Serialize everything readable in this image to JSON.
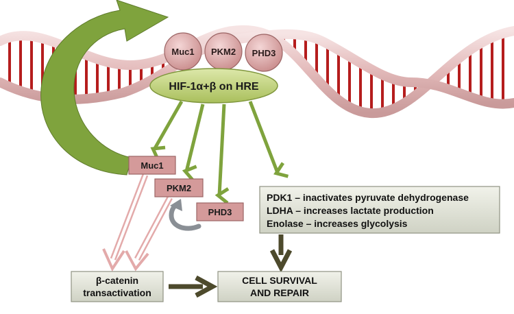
{
  "complex_proteins": [
    "Muc1",
    "PKM2",
    "PHD3"
  ],
  "hif_label": "HIF-1α+β on HRE",
  "target_boxes": [
    "Muc1",
    "PKM2",
    "PHD3"
  ],
  "glycolysis_lines": [
    "PDK1 – inactivates pyruvate dehydrogenase",
    "LDHA – increases lactate production",
    "Enolase – increases glycolysis"
  ],
  "beta_catenin": [
    "β-catenin",
    "transactivation"
  ],
  "cell_survival": [
    "CELL SURVIVAL",
    "AND REPAIR"
  ],
  "colors": {
    "dna_strand": "#e8c6c6",
    "dna_rung": "#b51d1d",
    "green_arrow": "#7fa33d",
    "oval_fill": "#c8d98a",
    "pink_box": "#d49a9a",
    "gray_box": "#e4e6dc",
    "dark_arrow": "#4d4a2c"
  }
}
